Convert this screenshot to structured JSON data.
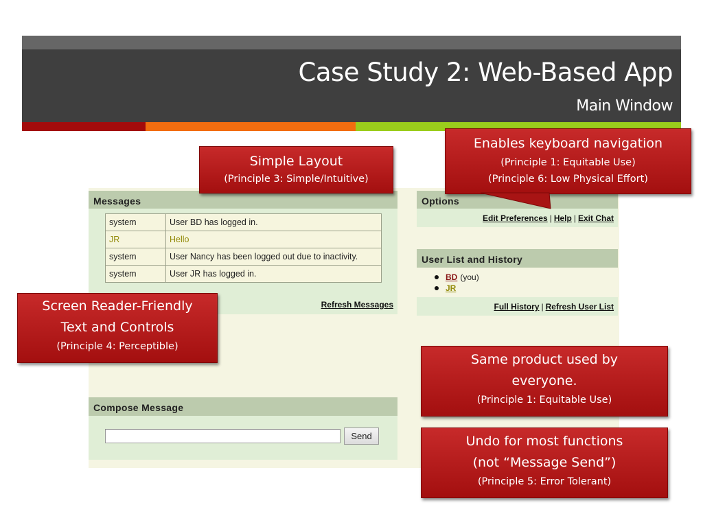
{
  "slide": {
    "title": "Case Study 2: Web-Based App",
    "subtitle": "Main Window"
  },
  "colors": {
    "header_bg": "#3f3f3f",
    "bar_red": "#a30b0b",
    "bar_orange": "#f26d0f",
    "bar_green": "#9acd1c",
    "callout_red": "#b81c1c",
    "section_header": "#bccbad",
    "section_body": "#e0eed6"
  },
  "app": {
    "messages": {
      "header": "Messages",
      "rows": [
        {
          "user": "system",
          "text": "User BD has logged in."
        },
        {
          "user": "JR",
          "text": "Hello"
        },
        {
          "user": "system",
          "text": "User Nancy has been logged out due to inactivity."
        },
        {
          "user": "system",
          "text": "User JR has logged in."
        }
      ],
      "refresh_label": "Refresh Messages"
    },
    "options": {
      "header": "Options",
      "links": [
        "Edit Preferences",
        "Help",
        "Exit Chat"
      ],
      "separator": "|"
    },
    "user_list": {
      "header": "User List and History",
      "users": [
        {
          "name": "BD",
          "note": "(you)"
        },
        {
          "name": "JR",
          "note": ""
        }
      ],
      "full_history_label": "Full History",
      "refresh_users_label": "Refresh User List"
    },
    "compose": {
      "header": "Compose Message",
      "input_value": "",
      "send_label": "Send"
    }
  },
  "callouts": {
    "keyboard": {
      "main": "Enables keyboard navigation",
      "sub1": "(Principle 1: Equitable Use)",
      "sub2": "(Principle 6: Low Physical Effort)"
    },
    "layout": {
      "main": "Simple Layout",
      "sub": "(Principle 3: Simple/Intuitive)"
    },
    "screen_reader": {
      "line1": "Screen Reader-Friendly",
      "line2": "Text and Controls",
      "sub": "(Principle 4: Perceptible)"
    },
    "same_product": {
      "line1": "Same product used by",
      "line2": "everyone.",
      "sub": "(Principle 1: Equitable Use)"
    },
    "undo": {
      "line1": "Undo for most functions",
      "line2": "(not “Message Send”)",
      "sub": "(Principle 5: Error Tolerant)"
    }
  }
}
